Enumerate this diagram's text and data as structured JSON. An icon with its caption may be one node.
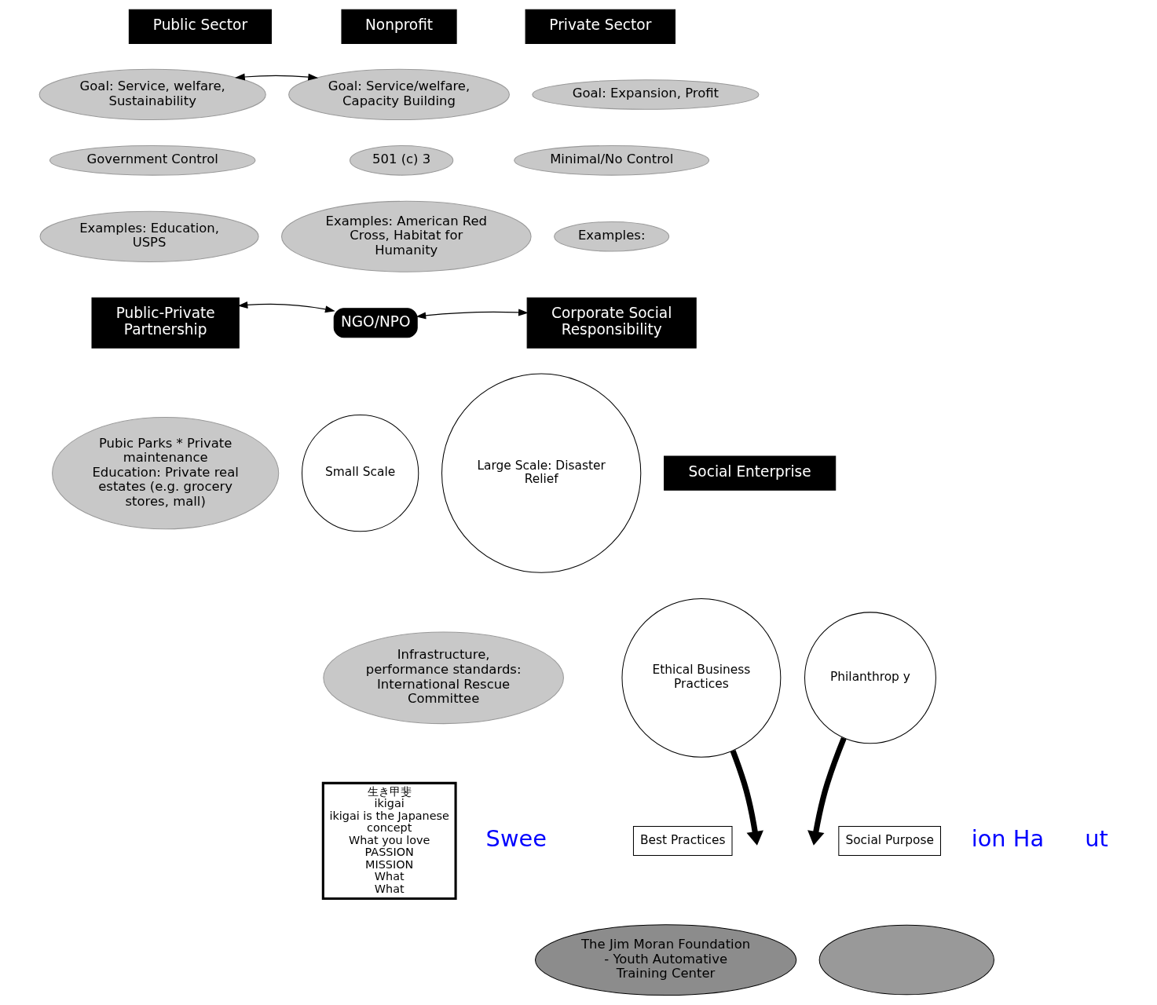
{
  "diagram": {
    "nodes": [
      {
        "text": [
          "Public Sector"
        ]
      },
      {
        "text": [
          "Nonprofit"
        ]
      },
      {
        "text": [
          "Private Sector"
        ]
      },
      {
        "text": [
          "Goal: Service, welfare, Sustainability"
        ]
      },
      {
        "text": [
          "Goal: Service/welfare, Capacity Building"
        ]
      },
      {
        "text": [
          "Goal: Expansion, Profit"
        ]
      },
      {
        "text": [
          "Government Control"
        ]
      },
      {
        "text": [
          "501 (c) 3"
        ]
      },
      {
        "text": [
          "Minimal/No Control"
        ]
      },
      {
        "text": [
          "Examples: Education, USPS"
        ]
      },
      {
        "text": [
          "Examples: American Red Cross, Habitat for Humanity"
        ]
      },
      {
        "text": [
          "Examples:"
        ]
      },
      {
        "text": [
          "Public-Private Partnership"
        ]
      },
      {
        "text": [
          "NGO/NPO"
        ]
      },
      {
        "text": [
          "Corporate Social Responsibility"
        ]
      },
      {
        "text": [
          "Social Enterprise"
        ]
      },
      {
        "text": [
          "Pubic Parks * Private maintenance",
          "Education: Private real estates (e.g. grocery stores, mall)"
        ]
      },
      {
        "text": [
          "Small Scale"
        ]
      },
      {
        "text": [
          "Large Scale: Disaster Relief"
        ]
      },
      {
        "text": [
          "Ethical Business Practices"
        ]
      },
      {
        "text": [
          "Philanthrop y"
        ]
      },
      {
        "text": [
          "Infrastructure, performance standards: International Rescue Committee"
        ]
      },
      {
        "text": [
          "Best Practices"
        ]
      },
      {
        "text": [
          "Social Purpose"
        ]
      },
      {
        "text": [
          "The Jim Moran Foundation - Youth Automative Training Center"
        ]
      },
      {
        "text": [],
        "shape": "ellipse"
      },
      {
        "text": [
          "生き甲斐",
          "ikigai",
          "ikigai is the Japanese concept",
          "What you love",
          "PASSION",
          "MISSION",
          "What",
          "What"
        ]
      }
    ],
    "edges": [
      {
        "from": 3,
        "to": 4,
        "arrow": "both"
      },
      {
        "from": 12,
        "to": 13,
        "arrow": "both"
      },
      {
        "from": 13,
        "to": 14,
        "arrow": "both"
      },
      {
        "from": 19,
        "to": null,
        "arrow": "to",
        "style": "thick"
      },
      {
        "from": 20,
        "to": null,
        "arrow": "to",
        "style": "thick"
      }
    ],
    "labels": [
      "Swee",
      "ion Ha",
      "ut"
    ]
  }
}
